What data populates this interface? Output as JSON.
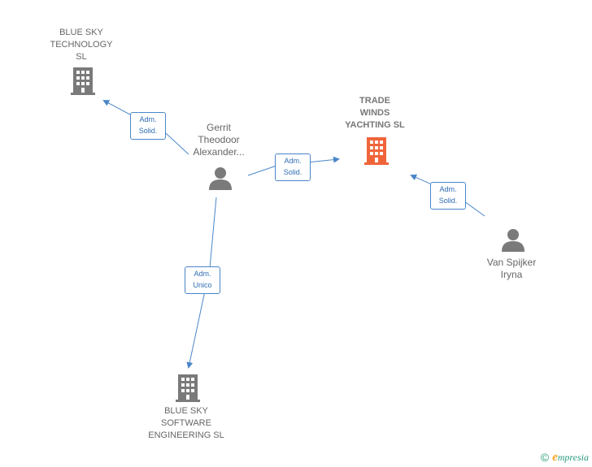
{
  "nodes": {
    "blue_sky_technology": {
      "label_lines": [
        "BLUE SKY",
        "TECHNOLOGY",
        "SL"
      ],
      "kind": "company"
    },
    "trade_winds": {
      "label_lines": [
        "TRADE",
        "WINDS",
        "YACHTING  SL"
      ],
      "kind": "company-focus"
    },
    "blue_sky_software": {
      "label_lines": [
        "BLUE SKY",
        "SOFTWARE",
        "ENGINEERING SL"
      ],
      "kind": "company"
    },
    "gerrit": {
      "label_lines": [
        "Gerrit",
        "Theodoor",
        "Alexander..."
      ],
      "kind": "person"
    },
    "van_spijker": {
      "label_lines": [
        "Van Spijker",
        "Iryna"
      ],
      "kind": "person"
    }
  },
  "edges": [
    {
      "from": "gerrit",
      "to": "blue_sky_technology",
      "label_lines": [
        "Adm.",
        "Solid."
      ]
    },
    {
      "from": "gerrit",
      "to": "trade_winds",
      "label_lines": [
        "Adm.",
        "Solid."
      ]
    },
    {
      "from": "gerrit",
      "to": "blue_sky_software",
      "label_lines": [
        "Adm.",
        "Unico"
      ]
    },
    {
      "from": "van_spijker",
      "to": "trade_winds",
      "label_lines": [
        "Adm.",
        "Solid."
      ]
    }
  ],
  "colors": {
    "edge": "#4a86c8",
    "company_icon": "#7a7a7a",
    "focus_icon": "#f0643a",
    "person_icon": "#7a7a7a",
    "brand": "#2b9b7d"
  },
  "icons": {
    "company": "building-icon",
    "person": "person-icon",
    "copyright": "copyright-icon"
  },
  "footer": {
    "copyright_symbol": "©",
    "brand_initial": "e",
    "brand_rest": "mpresia"
  }
}
